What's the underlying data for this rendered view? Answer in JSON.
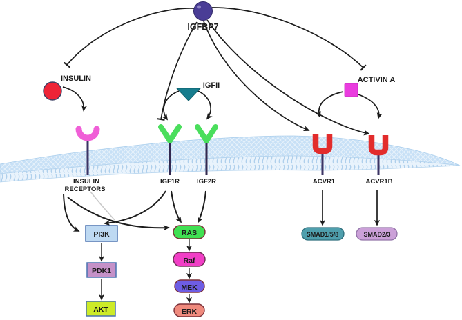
{
  "figure": {
    "ligands": {
      "igfbp7": {
        "label": "IGFBP7",
        "color": "#4a3d96"
      },
      "insulin": {
        "label": "INSULIN",
        "color": "#ee2437"
      },
      "igfii": {
        "label": "IGFII",
        "color": "#177d8e"
      },
      "activin_a": {
        "label": "ACTIVIN A",
        "color": "#ea3cdf"
      }
    },
    "receptors": {
      "insulin_receptors": {
        "label_line1": "INSULIN",
        "label_line2": "RECEPTORS",
        "shape_color": "#f05fd7",
        "label_color": "#d23a9e"
      },
      "igf1r": {
        "label": "IGF1R",
        "shape_color": "#4ade5c",
        "label_color": "#35df5c"
      },
      "igf2r": {
        "label": "IGF2R",
        "shape_color": "#4ade5c",
        "label_color": "#35df5c"
      },
      "acvr1": {
        "label": "ACVR1",
        "shape_color": "#e22c2c",
        "label_color": "#ec1c24"
      },
      "acvr1b": {
        "label": "ACVR1B",
        "shape_color": "#e22c2c",
        "label_color": "#ec1c24"
      }
    },
    "nodes": {
      "pi3k": {
        "label": "PI3K",
        "fill": "#bed9f2"
      },
      "pdk1": {
        "label": "PDK1",
        "fill": "#c591c8"
      },
      "akt": {
        "label": "AKT",
        "fill": "#cdeb28"
      },
      "ras": {
        "label": "RAS",
        "fill": "#40e052"
      },
      "raf": {
        "label": "Raf",
        "fill": "#f13ec6"
      },
      "mek": {
        "label": "MEK",
        "fill": "#6e5de4"
      },
      "erk": {
        "label": "ERK",
        "fill": "#ef8a7d"
      },
      "smad158": {
        "label": "SMAD1/5/8",
        "fill": "#4f9fad"
      },
      "smad23": {
        "label": "SMAD2/3",
        "fill": "#cba0d8"
      }
    },
    "membrane_color": "#c7e0f6"
  }
}
